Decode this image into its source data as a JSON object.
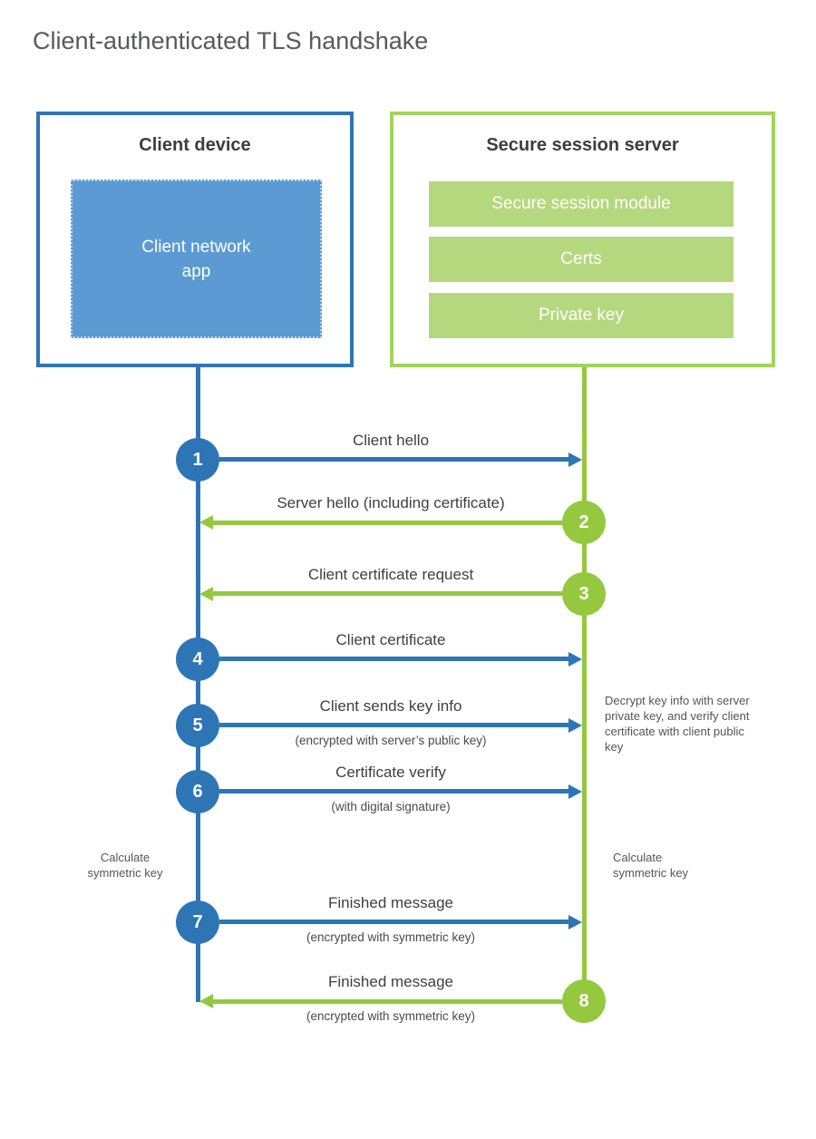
{
  "title": "Client-authenticated TLS handshake",
  "client_box": {
    "title": "Client device",
    "app_line1": "Client network",
    "app_line2": "app"
  },
  "server_box": {
    "title": "Secure session server",
    "modules": [
      "Secure session module",
      "Certs",
      "Private key"
    ]
  },
  "messages": [
    {
      "num": "1",
      "label": "Client hello",
      "sub": "",
      "direction": "client-to-server",
      "color": "blue"
    },
    {
      "num": "2",
      "label": "Server hello (including certificate)",
      "sub": "",
      "direction": "server-to-client",
      "color": "green"
    },
    {
      "num": "3",
      "label": "Client certificate request",
      "sub": "",
      "direction": "server-to-client",
      "color": "green"
    },
    {
      "num": "4",
      "label": "Client certificate",
      "sub": "",
      "direction": "client-to-server",
      "color": "blue"
    },
    {
      "num": "5",
      "label": "Client sends key info",
      "sub": "(encrypted with server’s public key)",
      "direction": "client-to-server",
      "color": "blue"
    },
    {
      "num": "6",
      "label": "Certificate verify",
      "sub": "(with digital signature)",
      "direction": "client-to-server",
      "color": "blue"
    },
    {
      "num": "7",
      "label": "Finished message",
      "sub": "(encrypted with symmetric key)",
      "direction": "client-to-server",
      "color": "blue"
    },
    {
      "num": "8",
      "label": "Finished message",
      "sub": "(encrypted with symmetric key)",
      "direction": "server-to-client",
      "color": "green"
    }
  ],
  "notes": {
    "decrypt": "Decrypt key info with server private key, and verify client certificate with client public key",
    "calc_left": "Calculate symmetric key",
    "calc_right": "Calculate symmetric key"
  },
  "colors": {
    "blue_main": "#2e75b5",
    "blue_fill": "#5b9ad3",
    "green_main": "#94c83e",
    "green_border": "#a2d45c",
    "green_bar": "#b5d87e",
    "title_text": "#58595b",
    "label_text": "#3f3f3f",
    "note_text": "#555555"
  }
}
